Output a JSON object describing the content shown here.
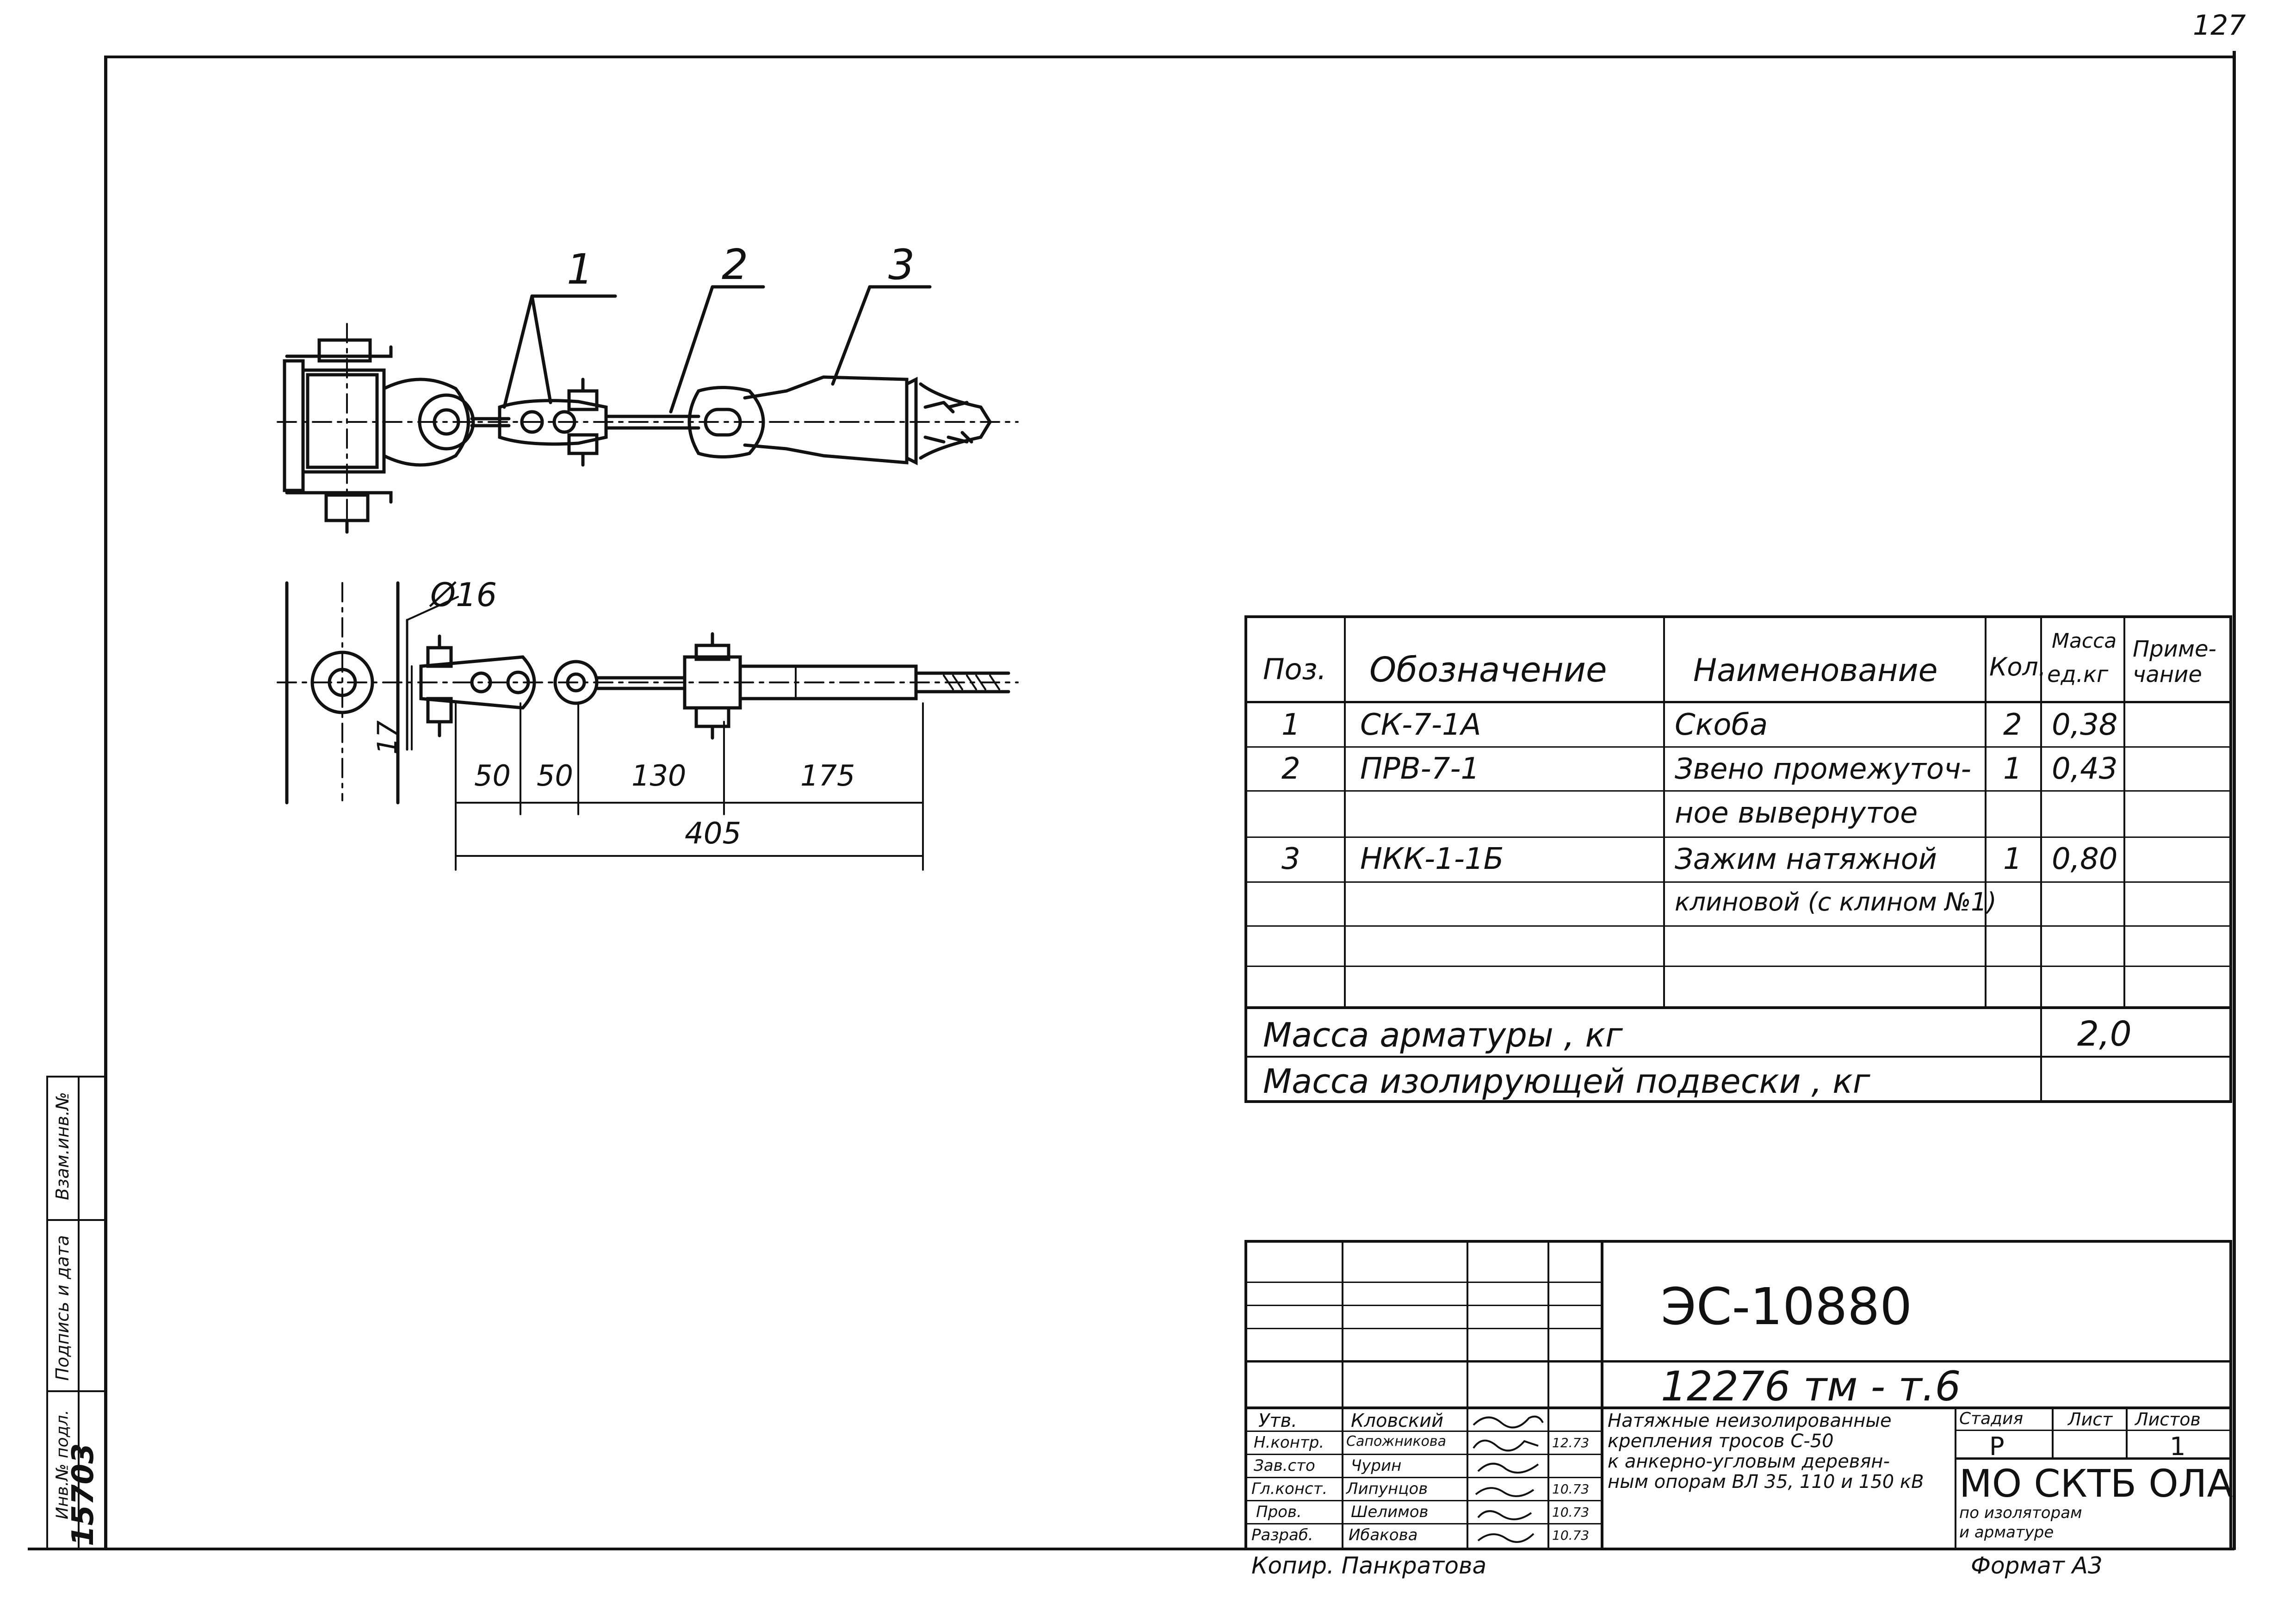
{
  "sheet": {
    "corner_mark": "127",
    "copied_by": "Копир.  Панкратова",
    "format": "Формат  А3"
  },
  "drawing": {
    "callouts": [
      "1",
      "2",
      "3"
    ],
    "diameter": "Ø16",
    "dim_17": "17",
    "dims": [
      "50",
      "50",
      "130",
      "175"
    ],
    "dim_total": "405"
  },
  "spec_table": {
    "headers": {
      "pos": "Поз.",
      "designation": "Обозначение",
      "name": "Наименование",
      "qty": "Кол.",
      "mass_line1": "Масса",
      "mass_line2": "ед.кг",
      "note_line1": "Приме-",
      "note_line2": "чание"
    },
    "rows": [
      {
        "pos": "1",
        "designation": "СК-7-1А",
        "name": "Скоба",
        "qty": "2",
        "mass": "0,38"
      },
      {
        "pos": "2",
        "designation": "ПРВ-7-1",
        "name": "Звено промежуточ-",
        "qty": "1",
        "mass": "0,43"
      },
      {
        "pos": "",
        "designation": "",
        "name": "ное вывернутое",
        "qty": "",
        "mass": ""
      },
      {
        "pos": "3",
        "designation": "НКК-1-1Б",
        "name": "Зажим натяжной",
        "qty": "1",
        "mass": "0,80"
      },
      {
        "pos": "",
        "designation": "",
        "name": "клиновой (с клином №1)",
        "qty": "",
        "mass": ""
      }
    ],
    "mass_fittings_label": "Масса  арматуры ,  кг",
    "mass_fittings_value": "2,0",
    "mass_insulating_label": "Масса  изолирующей  подвески ,  кг"
  },
  "title_block": {
    "doc_code": "ЭС-10880",
    "sheet_code": "12276 тм - т.6",
    "roles": [
      "Утв.",
      "Н.контр.",
      "Зав.сто",
      "Гл.конст.",
      "Пров.",
      "Разраб."
    ],
    "names": [
      "Кловский",
      "Сапожникова",
      "Чурин",
      "Липунцов",
      "Шелимов",
      "Ибакова"
    ],
    "dates": [
      "",
      "12.73",
      "",
      "10.73",
      "10.73",
      "10.73"
    ],
    "title_lines": [
      "Натяжные неизолированные",
      "крепления тросов   С-50",
      "к анкерно-угловым деревян-",
      "ным опорам ВЛ 35, 110 и 150 кВ"
    ],
    "stage_label": "Стадия",
    "sheet_label": "Лист",
    "sheets_label": "Листов",
    "stage": "Р",
    "sheet": "",
    "sheets": "1",
    "org": "МО  СКТБ ОЛА",
    "org_sub1": "по изоляторам",
    "org_sub2": "и арматуре"
  },
  "side_stamp": {
    "labels": [
      "Инв.№ подл.",
      "Подпись и дата",
      "Взам.инв.№"
    ],
    "inventory": "15703"
  }
}
